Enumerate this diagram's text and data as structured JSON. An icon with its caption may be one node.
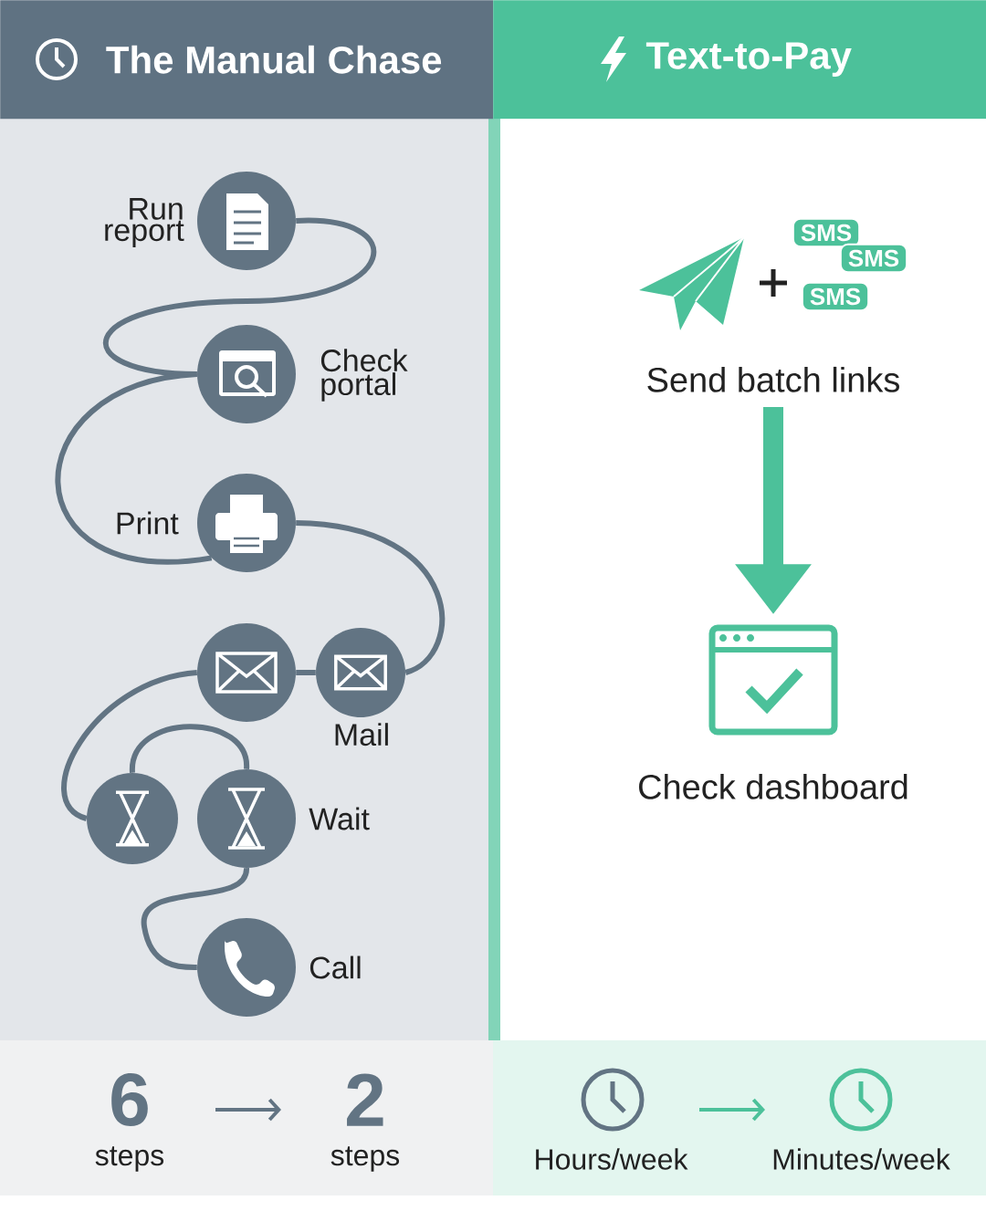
{
  "diagram": {
    "nodes": [
      {
        "text": [
          "The Manual Chase"
        ]
      },
      {
        "text": [
          "Text-to-Pay"
        ]
      },
      {
        "text": [],
        "shape": "circle",
        "beside": [
          "Run report"
        ]
      },
      {
        "text": [],
        "shape": "circle",
        "beside": [
          "Check portal"
        ]
      },
      {
        "text": [],
        "shape": "circle",
        "beside": [
          "Print"
        ]
      },
      {
        "text": [],
        "shape": "circle"
      },
      {
        "text": [],
        "shape": "circle",
        "beside": [
          "Mail"
        ]
      },
      {
        "text": [],
        "shape": "circle"
      },
      {
        "text": [],
        "shape": "circle",
        "beside": [
          "Wait"
        ]
      },
      {
        "text": [],
        "shape": "circle",
        "beside": [
          "Call"
        ]
      },
      {
        "text": [
          "Send batch links"
        ]
      },
      {
        "text": [
          "Check dashboard"
        ]
      }
    ],
    "edges": [
      {
        "from": 2,
        "to": 3,
        "arrow": "none"
      },
      {
        "from": 3,
        "to": 4,
        "arrow": "none"
      },
      {
        "from": 4,
        "to": 6,
        "arrow": "none"
      },
      {
        "from": 6,
        "to": 5,
        "arrow": "none"
      },
      {
        "from": 5,
        "to": 7,
        "arrow": "none"
      },
      {
        "from": 7,
        "to": 8,
        "arrow": "none"
      },
      {
        "from": 8,
        "to": 9,
        "arrow": "none"
      },
      {
        "from": 10,
        "to": 11,
        "arrow": "to",
        "style": "thick",
        "color": "#4cc19a"
      }
    ],
    "labels": [
      "SMS",
      "SMS",
      "SMS",
      "6",
      "steps",
      "2",
      "steps",
      "Hours/week",
      "Minutes/week"
    ]
  }
}
